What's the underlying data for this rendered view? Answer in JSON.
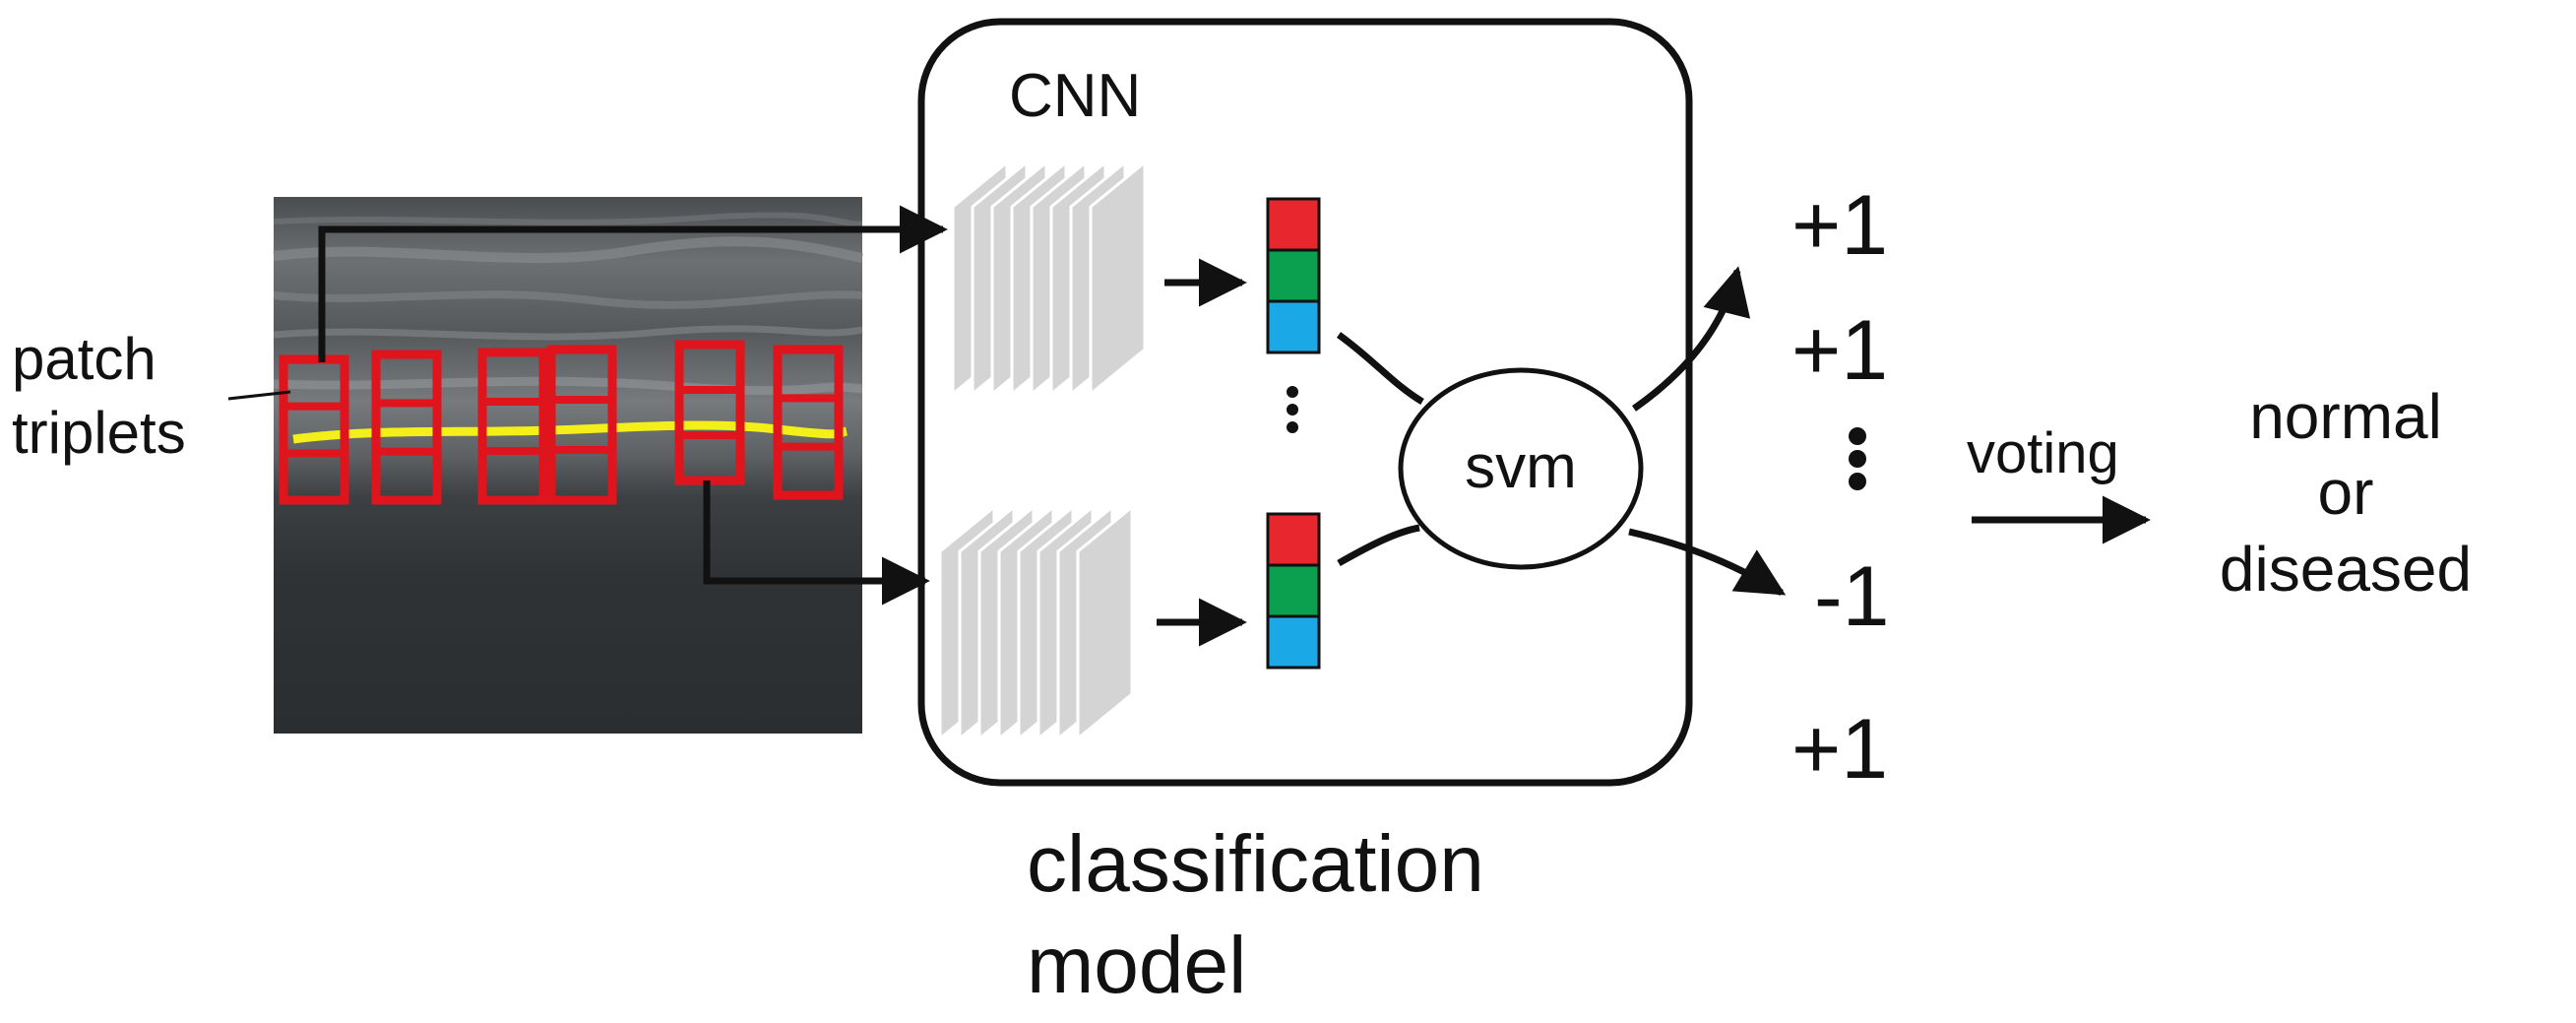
{
  "labels": {
    "patch_line1": "patch",
    "patch_line2": "triplets",
    "cnn": "CNN",
    "svm": "svm",
    "voting": "voting",
    "result_line1": "normal",
    "result_line2": "or",
    "result_line3": "diseased",
    "caption_line1": "classification",
    "caption_line2": "model"
  },
  "outputs": [
    "+1",
    "+1",
    "•\n•\n•",
    "-1",
    "+1"
  ],
  "feature_colors": [
    "#e8262e",
    "#0aa050",
    "#1aa8e6"
  ],
  "colors": {
    "patch_box": "#e0141c",
    "boundary_line": "#f4ee1a",
    "stack_slice": "#d4d4d4"
  }
}
